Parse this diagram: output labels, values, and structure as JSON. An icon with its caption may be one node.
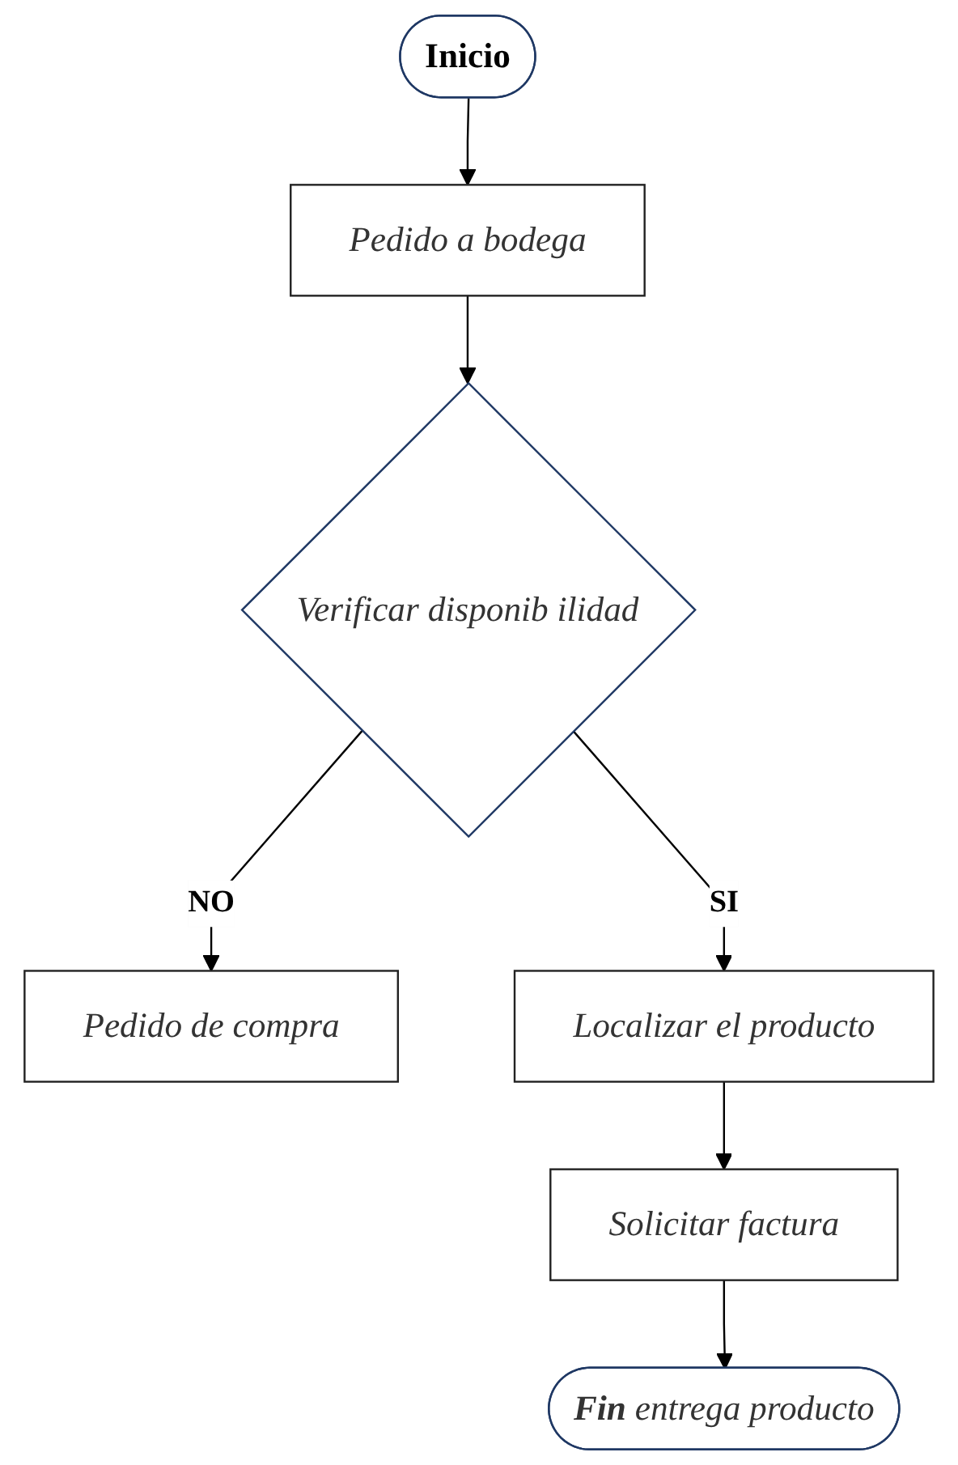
{
  "diagram": {
    "nodes": [
      {
        "text": [
          "Inicio"
        ]
      },
      {
        "text": [
          "Pedido a bodega"
        ]
      },
      {
        "text": [
          "Verificar disponib ilidad"
        ]
      },
      {
        "text": [
          "Pedido de compra"
        ]
      },
      {
        "text": [
          "Localizar el producto"
        ]
      },
      {
        "text": [
          "Solicitar factura"
        ]
      },
      {
        "text": [
          "**Fin** entrega producto"
        ]
      }
    ],
    "edges": [
      {
        "from": 0,
        "to": 1,
        "arrow": "to"
      },
      {
        "from": 1,
        "to": 2,
        "arrow": "to"
      },
      {
        "from": 2,
        "to": 3,
        "arrow": "to",
        "label": "NO"
      },
      {
        "from": 2,
        "to": 4,
        "arrow": "to",
        "label": "SI"
      },
      {
        "from": 4,
        "to": 5,
        "arrow": "to"
      },
      {
        "from": 5,
        "to": 6,
        "arrow": "to"
      }
    ]
  }
}
